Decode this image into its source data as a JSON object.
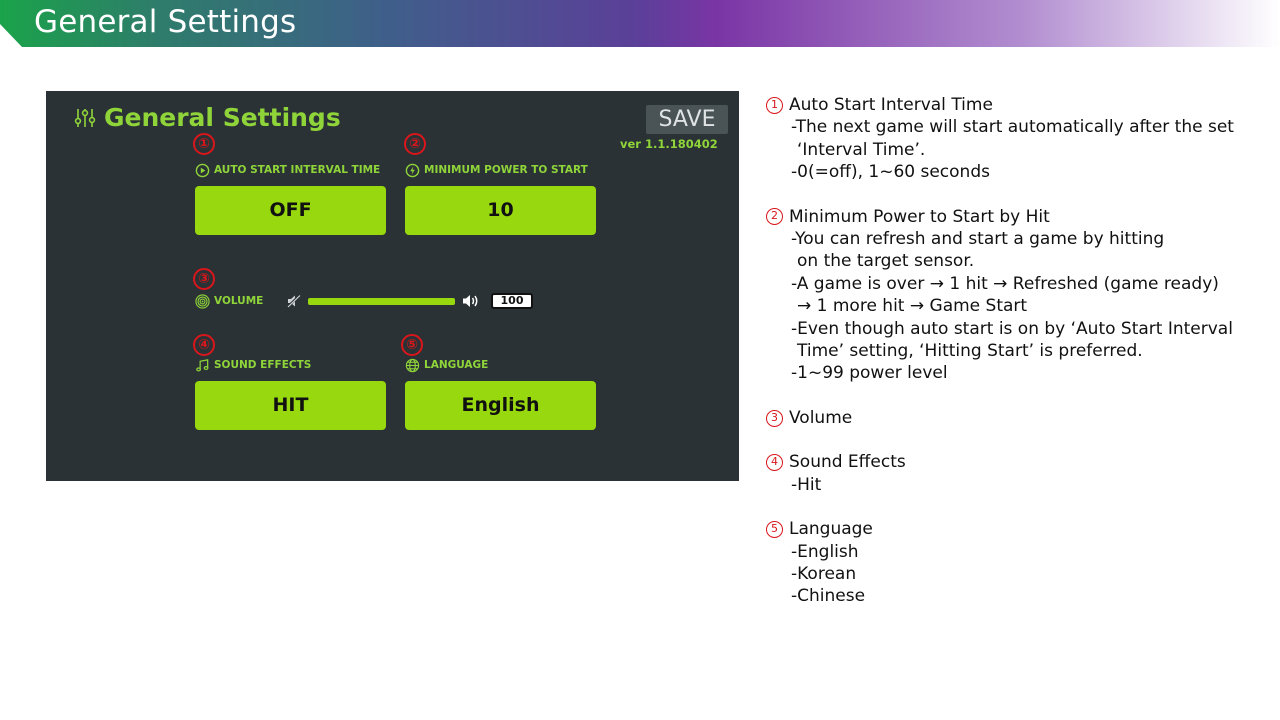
{
  "header": {
    "title": "General Settings"
  },
  "panel": {
    "title": "General Settings",
    "save_label": "SAVE",
    "version": "ver 1.1.180402",
    "markers": [
      "①",
      "②",
      "③",
      "④",
      "⑤"
    ],
    "auto_start": {
      "label": "AUTO START INTERVAL TIME",
      "value": "OFF",
      "icon": "play-circle-icon"
    },
    "min_power": {
      "label": "MINIMUM POWER TO START",
      "value": "10",
      "icon": "bolt-circle-icon"
    },
    "volume": {
      "label": "VOLUME",
      "value": "100",
      "level": 1.0,
      "icon": "target-icon"
    },
    "sound_effects": {
      "label": "SOUND EFFECTS",
      "value": "HIT",
      "icon": "music-note-icon"
    },
    "language": {
      "label": "LANGUAGE",
      "value": "English",
      "icon": "globe-icon"
    },
    "accent_color": "#98d80e",
    "panel_color": "#2b3235"
  },
  "description": {
    "items": [
      {
        "num": "1",
        "title": "Auto Start Interval Time",
        "lines": [
          "-The next game will start automatically after the set",
          " ‘Interval Time’.",
          "-0(=off), 1~60 seconds"
        ]
      },
      {
        "num": "2",
        "title": "Minimum Power to Start by Hit",
        "lines": [
          "-You can refresh and start a game by hitting",
          " on the target sensor.",
          "-A game is over → 1 hit → Refreshed (game ready)",
          " → 1 more hit → Game Start",
          "-Even though auto start is on by ‘Auto Start Interval",
          " Time’ setting, ‘Hitting Start’ is preferred.",
          "-1~99 power level"
        ]
      },
      {
        "num": "3",
        "title": "Volume",
        "lines": []
      },
      {
        "num": "4",
        "title": "Sound Effects",
        "lines": [
          "-Hit"
        ]
      },
      {
        "num": "5",
        "title": "Language",
        "lines": [
          "-English",
          "-Korean",
          "-Chinese"
        ]
      }
    ]
  }
}
